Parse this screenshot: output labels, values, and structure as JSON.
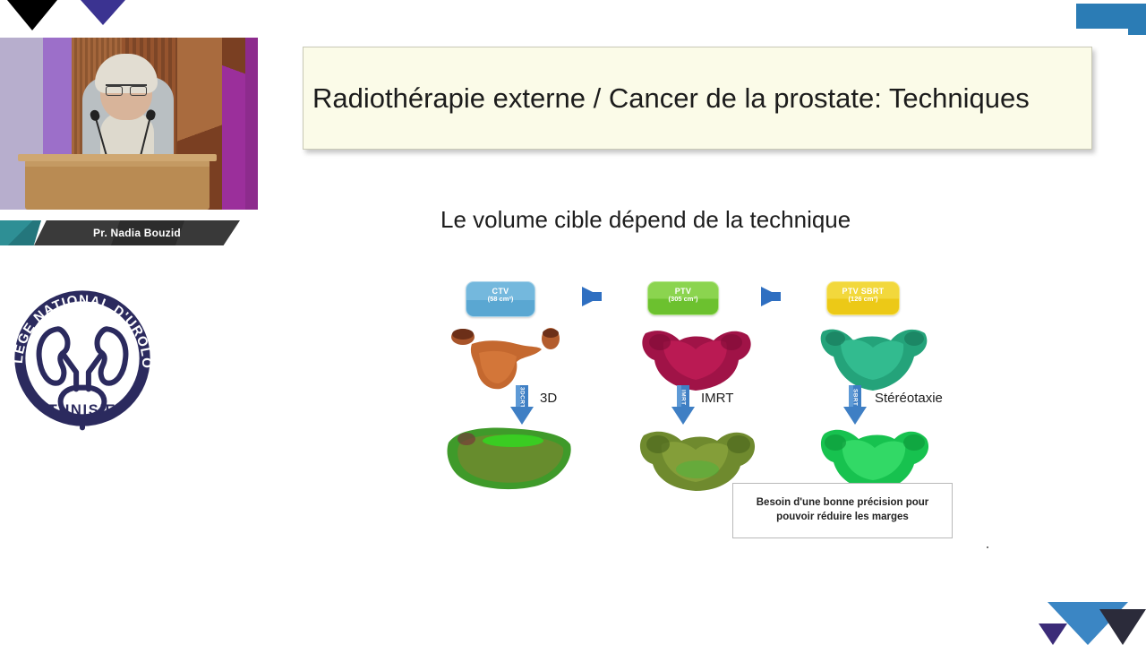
{
  "deco": {
    "black_triangle": "#000000",
    "purple_triangle": "#3b3391",
    "blue_bar": "#2b7cb5",
    "br_blue_triangle": "#3b86c4",
    "br_dark_triangle": "#2b2b3a"
  },
  "speaker": {
    "name_label": "Pr. Nadia Bouzid",
    "badge_accent_color": "#2e8f95",
    "badge_bg_color": "#333333"
  },
  "logo": {
    "arc_text": "COLLEGE NATIONAL D'UROLOGIE",
    "bottom_text": "TUNISIE",
    "color": "#2b2a5e",
    "icon": "kidneys-bladder-icon"
  },
  "slide": {
    "title": "Radiothérapie externe / Cancer de la prostate: Techniques",
    "title_bg": "#fbfbe8",
    "subtitle": "Le volume cible dépend de la technique",
    "note": "Besoin d'une bonne précision pour pouvoir réduire les marges"
  },
  "diagram": {
    "columns": [
      {
        "chip_name": "CTV",
        "chip_volume": "(58 cm³)",
        "chip_color": "#5aa7d2",
        "technique": "3D",
        "arrow_label": "3DCRT",
        "top_blob_color": "#c4682f",
        "bottom_blob_color": "#3f9a2a"
      },
      {
        "chip_name": "PTV",
        "chip_volume": "(305 cm³)",
        "chip_color": "#6cc12f",
        "technique": "IMRT",
        "arrow_label": "IMRT",
        "top_blob_color": "#a01347",
        "bottom_blob_color": "#6f8a2e"
      },
      {
        "chip_name": "PTV SBRT",
        "chip_volume": "(126 cm³)",
        "chip_color": "#ecc917",
        "technique": "Stéréotaxie",
        "arrow_label": "SBRT",
        "top_blob_color": "#24a37a",
        "bottom_blob_color": "#17c24f"
      }
    ],
    "flow_arrow_color": "#2f6fc1",
    "step_arrow_color": "#3f7fc4"
  }
}
